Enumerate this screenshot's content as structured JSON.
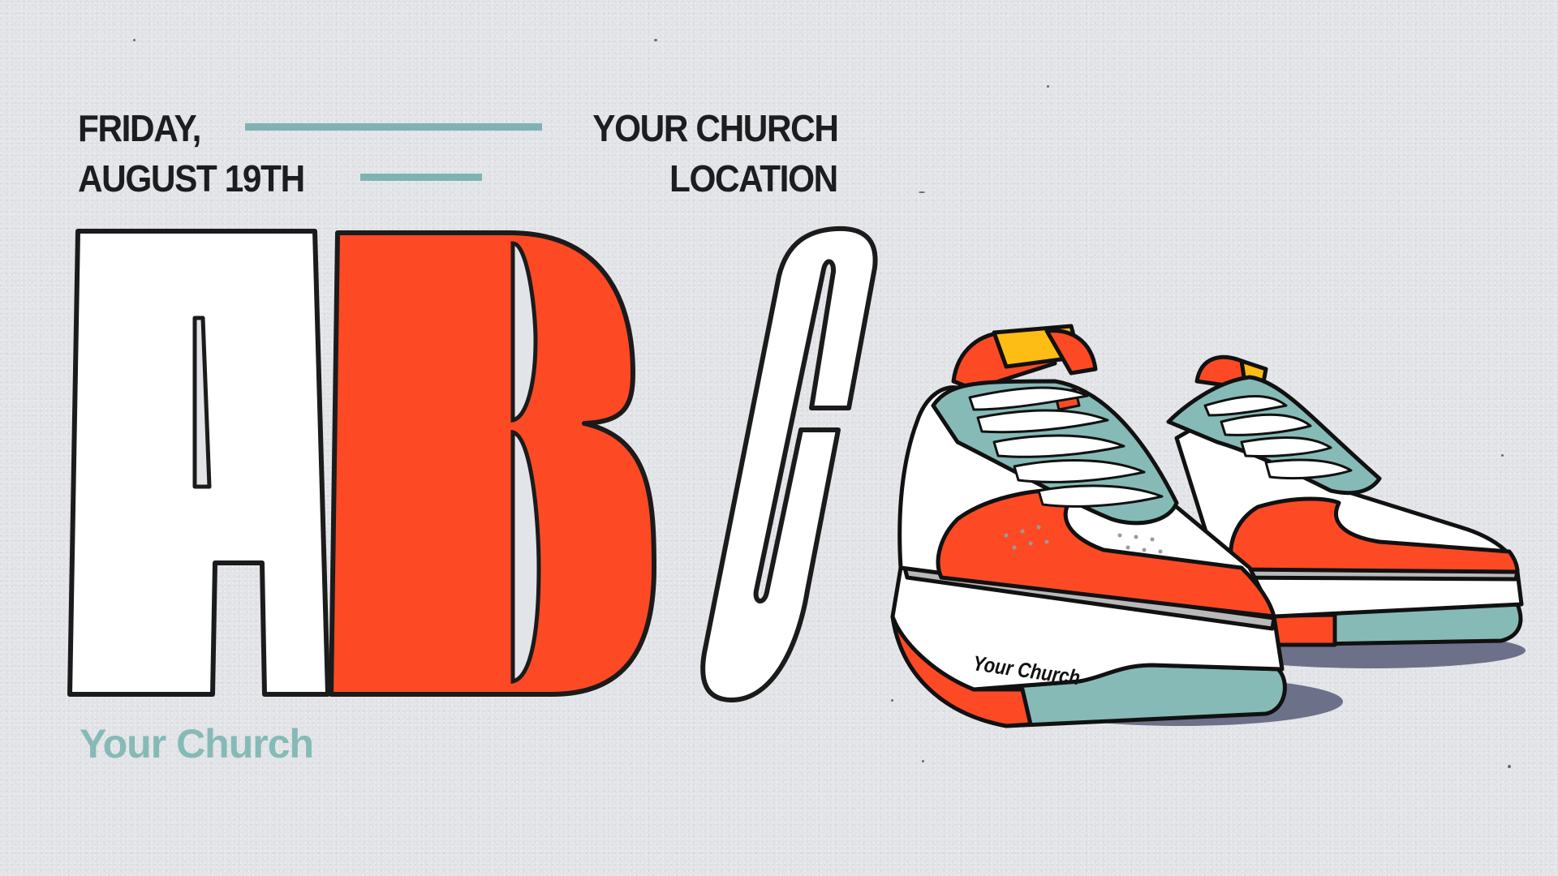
{
  "event": {
    "date_line1": "FRIDAY,",
    "date_line2": "AUGUST 19TH",
    "location_line1": "YOUR CHURCH",
    "location_line2": "LOCATION"
  },
  "title": {
    "letters": [
      "A",
      "B",
      "C"
    ],
    "letter_colors": {
      "A": "#ffffff",
      "B": "#fe4a24",
      "C": "#ffffff"
    }
  },
  "brand": {
    "name": "Your Church",
    "color": "#86bab7"
  },
  "illustration": {
    "subject": "pair of sneakers",
    "shoe_text": "Your Church",
    "colors": {
      "upper_red": "#fe4a24",
      "teal": "#86bab7",
      "heel_tab_yellow": "#fdbd14",
      "white": "#ffffff",
      "midsole_gray": "#b9b9bb",
      "shadow": "#6c7189",
      "outline": "#111111"
    }
  },
  "theme": {
    "background": "#e2e4e8",
    "text_dark": "#1d1d1f",
    "accent_rule": "#7fb3b2"
  }
}
